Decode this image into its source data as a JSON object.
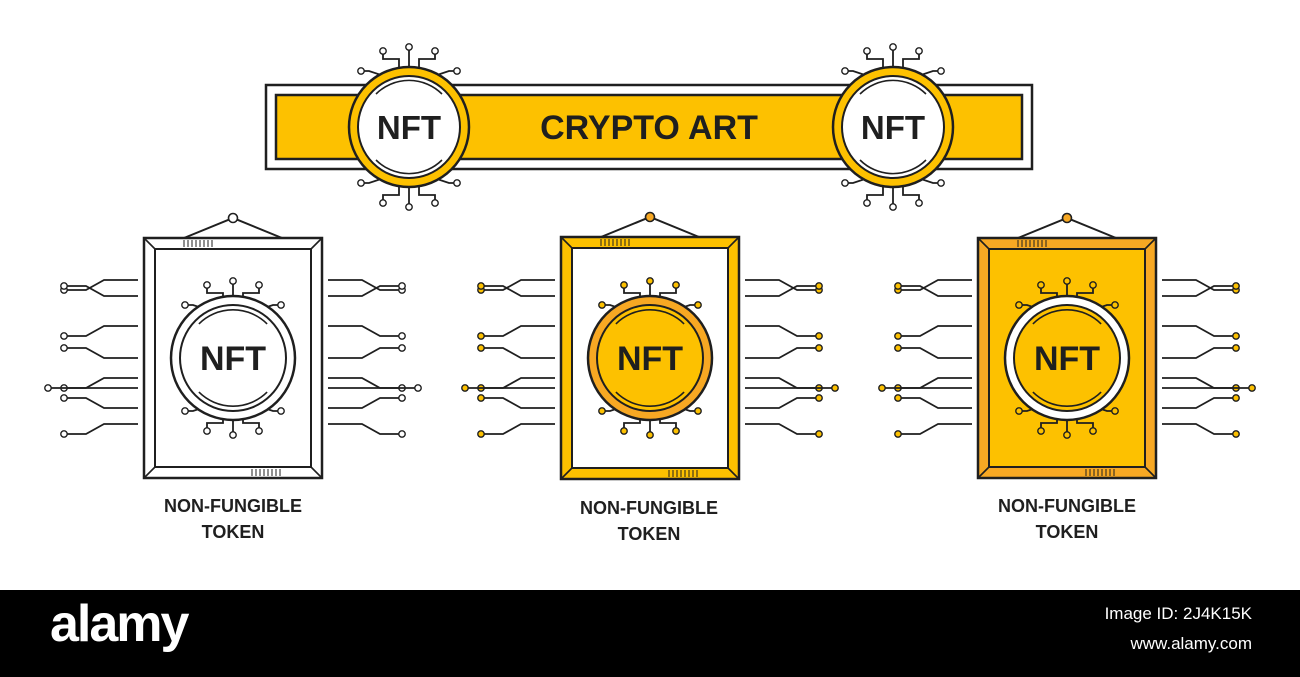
{
  "banner": {
    "title": "CRYPTO ART",
    "left_badge": "NFT",
    "right_badge": "NFT"
  },
  "frames": [
    {
      "style": "outline",
      "badge": "NFT",
      "caption_line1": "NON-FUNGIBLE",
      "caption_line2": "TOKEN"
    },
    {
      "style": "gold-coin",
      "badge": "NFT",
      "caption_line1": "NON-FUNGIBLE",
      "caption_line2": "TOKEN"
    },
    {
      "style": "gold-filled",
      "badge": "NFT",
      "caption_line1": "NON-FUNGIBLE",
      "caption_line2": "TOKEN"
    }
  ],
  "footer": {
    "brand": "alamy",
    "image_id": "Image ID: 2J4K15K",
    "url": "www.alamy.com"
  },
  "colors": {
    "gold": "#FDC100",
    "orange": "#F7A823",
    "stroke": "#1f1f1f",
    "footer_bg": "#000000"
  }
}
